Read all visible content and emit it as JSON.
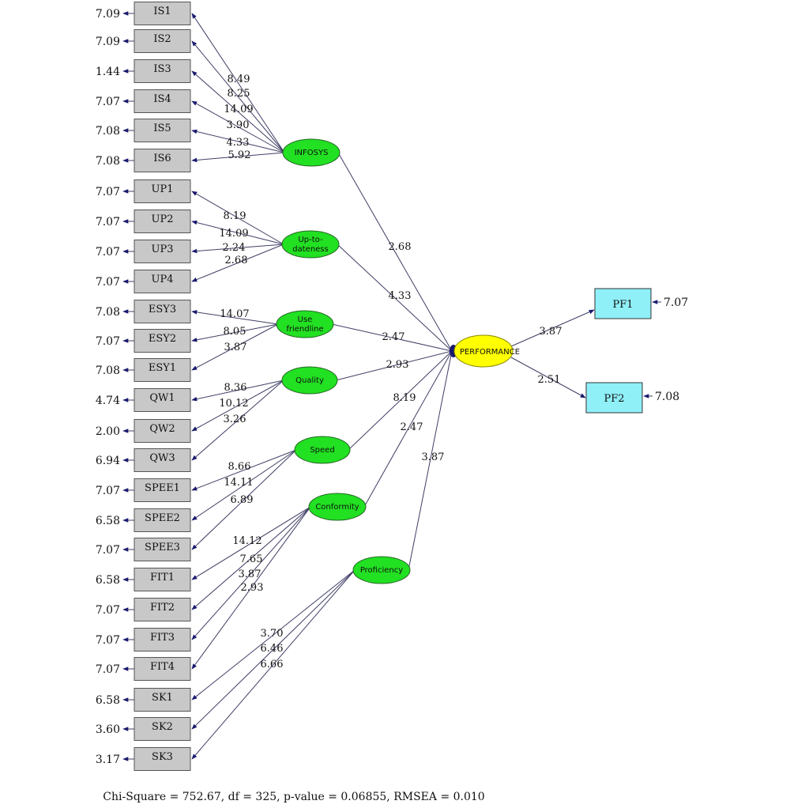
{
  "colors": {
    "observed_fill": "#c8c8c8",
    "outcome_fill": "#8ff0f8",
    "latent_fill": "#22e022",
    "central_fill": "#ffff00",
    "arrow": "#1a1a6e",
    "highlight_error": "#e00000"
  },
  "indicators": [
    {
      "id": "IS1",
      "label": "IS1",
      "error": "7.09"
    },
    {
      "id": "IS2",
      "label": "IS2",
      "error": "7.09"
    },
    {
      "id": "IS3",
      "label": "IS3",
      "error": "1.44",
      "highlight": true
    },
    {
      "id": "IS4",
      "label": "IS4",
      "error": "7.07"
    },
    {
      "id": "IS5",
      "label": "IS5",
      "error": "7.08"
    },
    {
      "id": "IS6",
      "label": "IS6",
      "error": "7.08"
    },
    {
      "id": "UP1",
      "label": "UP1",
      "error": "7.07"
    },
    {
      "id": "UP2",
      "label": "UP2",
      "error": "7.07"
    },
    {
      "id": "UP3",
      "label": "UP3",
      "error": "7.07"
    },
    {
      "id": "UP4",
      "label": "UP4",
      "error": "7.07"
    },
    {
      "id": "ESY3",
      "label": "ESY3",
      "error": "7.08"
    },
    {
      "id": "ESY2",
      "label": "ESY2",
      "error": "7.07"
    },
    {
      "id": "ESY1",
      "label": "ESY1",
      "error": "7.08"
    },
    {
      "id": "QW1",
      "label": "QW1",
      "error": "4.74"
    },
    {
      "id": "QW2",
      "label": "QW2",
      "error": "2.00"
    },
    {
      "id": "QW3",
      "label": "QW3",
      "error": "6.94"
    },
    {
      "id": "SPEE1",
      "label": "SPEE1",
      "error": "7.07"
    },
    {
      "id": "SPEE2",
      "label": "SPEE2",
      "error": "6.58"
    },
    {
      "id": "SPEE3",
      "label": "SPEE3",
      "error": "7.07"
    },
    {
      "id": "FIT1",
      "label": "FIT1",
      "error": "6.58"
    },
    {
      "id": "FIT2",
      "label": "FIT2",
      "error": "7.07"
    },
    {
      "id": "FIT3",
      "label": "FIT3",
      "error": "7.07"
    },
    {
      "id": "FIT4",
      "label": "FIT4",
      "error": "7.07"
    },
    {
      "id": "SK1",
      "label": "SK1",
      "error": "6.58"
    },
    {
      "id": "SK2",
      "label": "SK2",
      "error": "3.60"
    },
    {
      "id": "SK3",
      "label": "SK3",
      "error": "3.17"
    }
  ],
  "latents": [
    {
      "id": "INFOSYS",
      "lines": [
        "INFOSYS"
      ],
      "indicators": [
        "IS1",
        "IS2",
        "IS3",
        "IS4",
        "IS5",
        "IS6"
      ],
      "loadings": [
        "8.49",
        "8.25",
        "14.09",
        "3.90",
        "4.33",
        "5.92"
      ],
      "to_performance": "2.68"
    },
    {
      "id": "UPTODATE",
      "lines": [
        "Up-to-",
        "dateness"
      ],
      "indicators": [
        "UP1",
        "UP2",
        "UP3",
        "UP4"
      ],
      "loadings": [
        "8.19",
        "14.09",
        "2.24",
        "2.68"
      ],
      "to_performance": "4.33"
    },
    {
      "id": "USEFRIENDLY",
      "lines": [
        "Use",
        "friendline"
      ],
      "indicators": [
        "ESY3",
        "ESY2",
        "ESY1"
      ],
      "loadings": [
        "14.07",
        "8.05",
        "3.87"
      ],
      "to_performance": "2.47"
    },
    {
      "id": "QUALITY",
      "lines": [
        "Quality"
      ],
      "indicators": [
        "QW1",
        "QW2",
        "QW3"
      ],
      "loadings": [
        "8.36",
        "10.12",
        "3.26"
      ],
      "to_performance": "2.93"
    },
    {
      "id": "SPEED",
      "lines": [
        "Speed"
      ],
      "indicators": [
        "SPEE1",
        "SPEE2",
        "SPEE3"
      ],
      "loadings": [
        "8.66",
        "14.11",
        "6.89"
      ],
      "to_performance": "8.19"
    },
    {
      "id": "CONFORMITY",
      "lines": [
        "Conformity"
      ],
      "indicators": [
        "FIT1",
        "FIT2",
        "FIT3",
        "FIT4"
      ],
      "loadings": [
        "14.12",
        "7.65",
        "3.87",
        "2.93"
      ],
      "to_performance": "2.47"
    },
    {
      "id": "PROFICIENCY",
      "lines": [
        "Proficiency"
      ],
      "indicators": [
        "SK1",
        "SK2",
        "SK3"
      ],
      "loadings": [
        "3.70",
        "6.46",
        "6.66"
      ],
      "to_performance": "3.87"
    }
  ],
  "performance": {
    "label": "PERFORMANCE"
  },
  "outcomes": [
    {
      "id": "PF1",
      "label": "PF1",
      "coef": "3.87",
      "error": "7.07"
    },
    {
      "id": "PF2",
      "label": "PF2",
      "coef": "2.51",
      "error": "7.08"
    }
  ],
  "fit_statistics": "Chi-Square = 752.67, df = 325, p-value = 0.06855, RMSEA = 0.010"
}
